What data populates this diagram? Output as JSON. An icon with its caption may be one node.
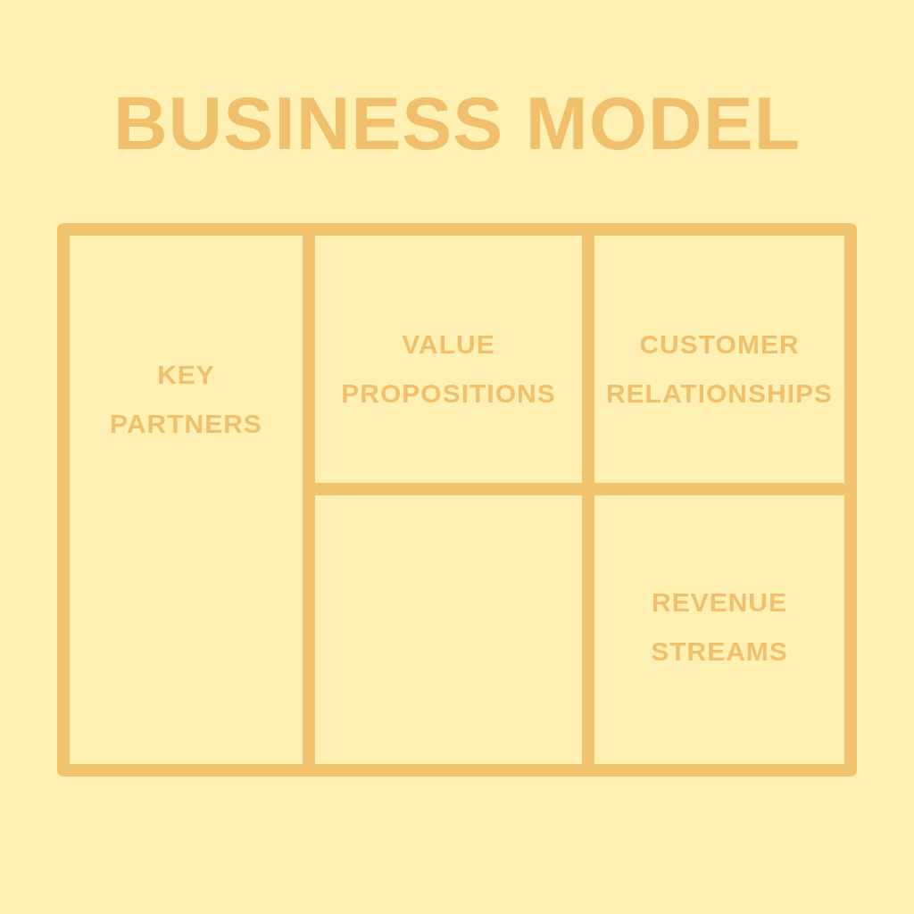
{
  "diagram": {
    "title": "BUSINESS MODEL",
    "nodes": [
      {
        "text": [],
        "shape": "box"
      },
      {
        "text": [
          "KEY PARTNERS"
        ],
        "in": 0
      },
      {
        "text": [
          "VALUE PROPOSITIONS"
        ],
        "in": 0
      },
      {
        "text": [
          "CUSTOMER RELATIONSHIPS"
        ],
        "in": 0
      },
      {
        "text": [],
        "shape": "box",
        "in": 0
      },
      {
        "text": [
          "REVENUE STREAMS"
        ],
        "in": 0
      }
    ]
  }
}
